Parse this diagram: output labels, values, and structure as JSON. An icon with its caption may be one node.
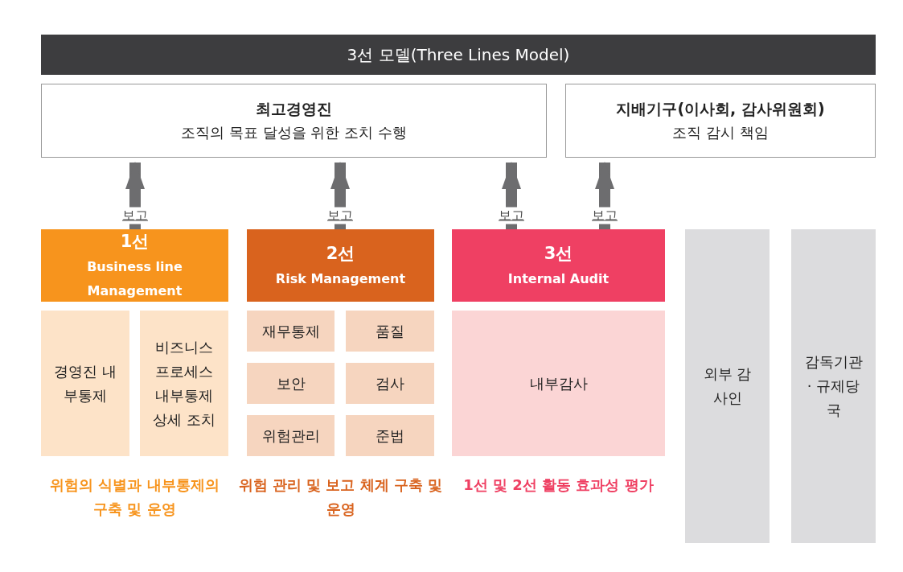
{
  "diagram": {
    "title": "3선 모델(Three Lines Model)",
    "nodes": [
      {
        "text": [
          "최고경영진",
          "조직의 목표 달성을 위한 조치 수행"
        ]
      },
      {
        "text": [
          "지배기구(이사회, 감사위원회)",
          "조직 감시 책임"
        ]
      },
      {
        "text": [
          "1선",
          "Business line Management"
        ]
      },
      {
        "text": [
          "2선",
          "Risk Management"
        ]
      },
      {
        "text": [
          "3선",
          "Internal Audit"
        ]
      },
      {
        "text": [
          "외부 감사인"
        ]
      },
      {
        "text": [
          "감독기관 · 규제당국"
        ]
      },
      {
        "text": [
          "경영진 내부통제"
        ]
      },
      {
        "text": [
          "비즈니스 프로세스 내부통제 상세 조치"
        ]
      },
      {
        "text": [
          "재무통제"
        ]
      },
      {
        "text": [
          "품질"
        ]
      },
      {
        "text": [
          "보안"
        ]
      },
      {
        "text": [
          "검사"
        ]
      },
      {
        "text": [
          "위험관리"
        ]
      },
      {
        "text": [
          "준법"
        ]
      },
      {
        "text": [
          "내부감사"
        ]
      }
    ],
    "edges": [
      {
        "from": 2,
        "to": 0,
        "arrow": "to",
        "label": "보고"
      },
      {
        "from": 3,
        "to": 0,
        "arrow": "to",
        "label": "보고"
      },
      {
        "from": 4,
        "to": 0,
        "arrow": "to",
        "label": "보고"
      },
      {
        "from": 4,
        "to": 1,
        "arrow": "to",
        "label": "보고"
      }
    ],
    "labels": [
      "위험의 식별과 내부통제의 구축 및 운영",
      "위험 관리 및 보고 체계 구축 및 운영",
      "1선 및 2선 활동 효과성 평가"
    ]
  }
}
